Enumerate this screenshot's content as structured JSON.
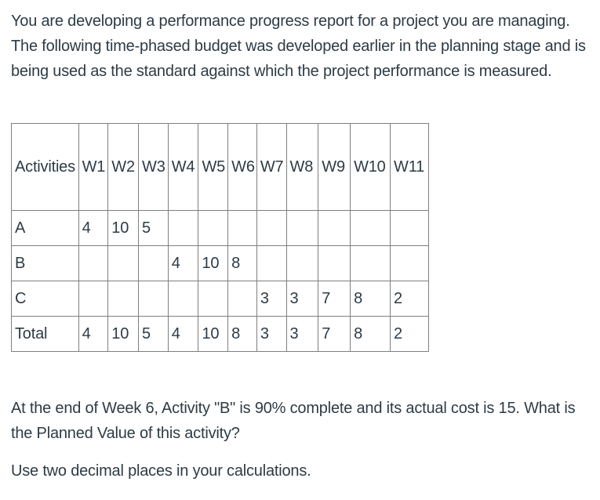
{
  "intro": {
    "lines": [
      "You are developing a performance progress report for a project you are managing.",
      "The following time-phased budget was developed earlier in the planning stage and is",
      "being used as the standard against which the project performance is measured."
    ]
  },
  "table": {
    "headers": [
      "Activities",
      "W1",
      "W2",
      "W3",
      "W4",
      "W5",
      "W6",
      "W7",
      "W8",
      "W9",
      "W10",
      "W11"
    ],
    "rows": [
      {
        "label": "A",
        "values": [
          "4",
          "10",
          "5",
          "",
          "",
          "",
          "",
          "",
          "",
          "",
          ""
        ]
      },
      {
        "label": "B",
        "values": [
          "",
          "",
          "",
          "4",
          "10",
          "8",
          "",
          "",
          "",
          "",
          ""
        ]
      },
      {
        "label": "C",
        "values": [
          "",
          "",
          "",
          "",
          "",
          "",
          "3",
          "3",
          "7",
          "8",
          "2"
        ]
      },
      {
        "label": "Total",
        "values": [
          "4",
          "10",
          "5",
          "4",
          "10",
          "8",
          "3",
          "3",
          "7",
          "8",
          "2"
        ]
      }
    ]
  },
  "question": {
    "lines": [
      "At the end of Week 6, Activity \"B\" is 90% complete and its actual cost is 15. What is",
      "the Planned Value of this activity?"
    ],
    "note": "Use two decimal places in your calculations."
  },
  "colors": {
    "text": "#2D3B45",
    "table_border": "#7f7f7f",
    "background": "#ffffff"
  }
}
